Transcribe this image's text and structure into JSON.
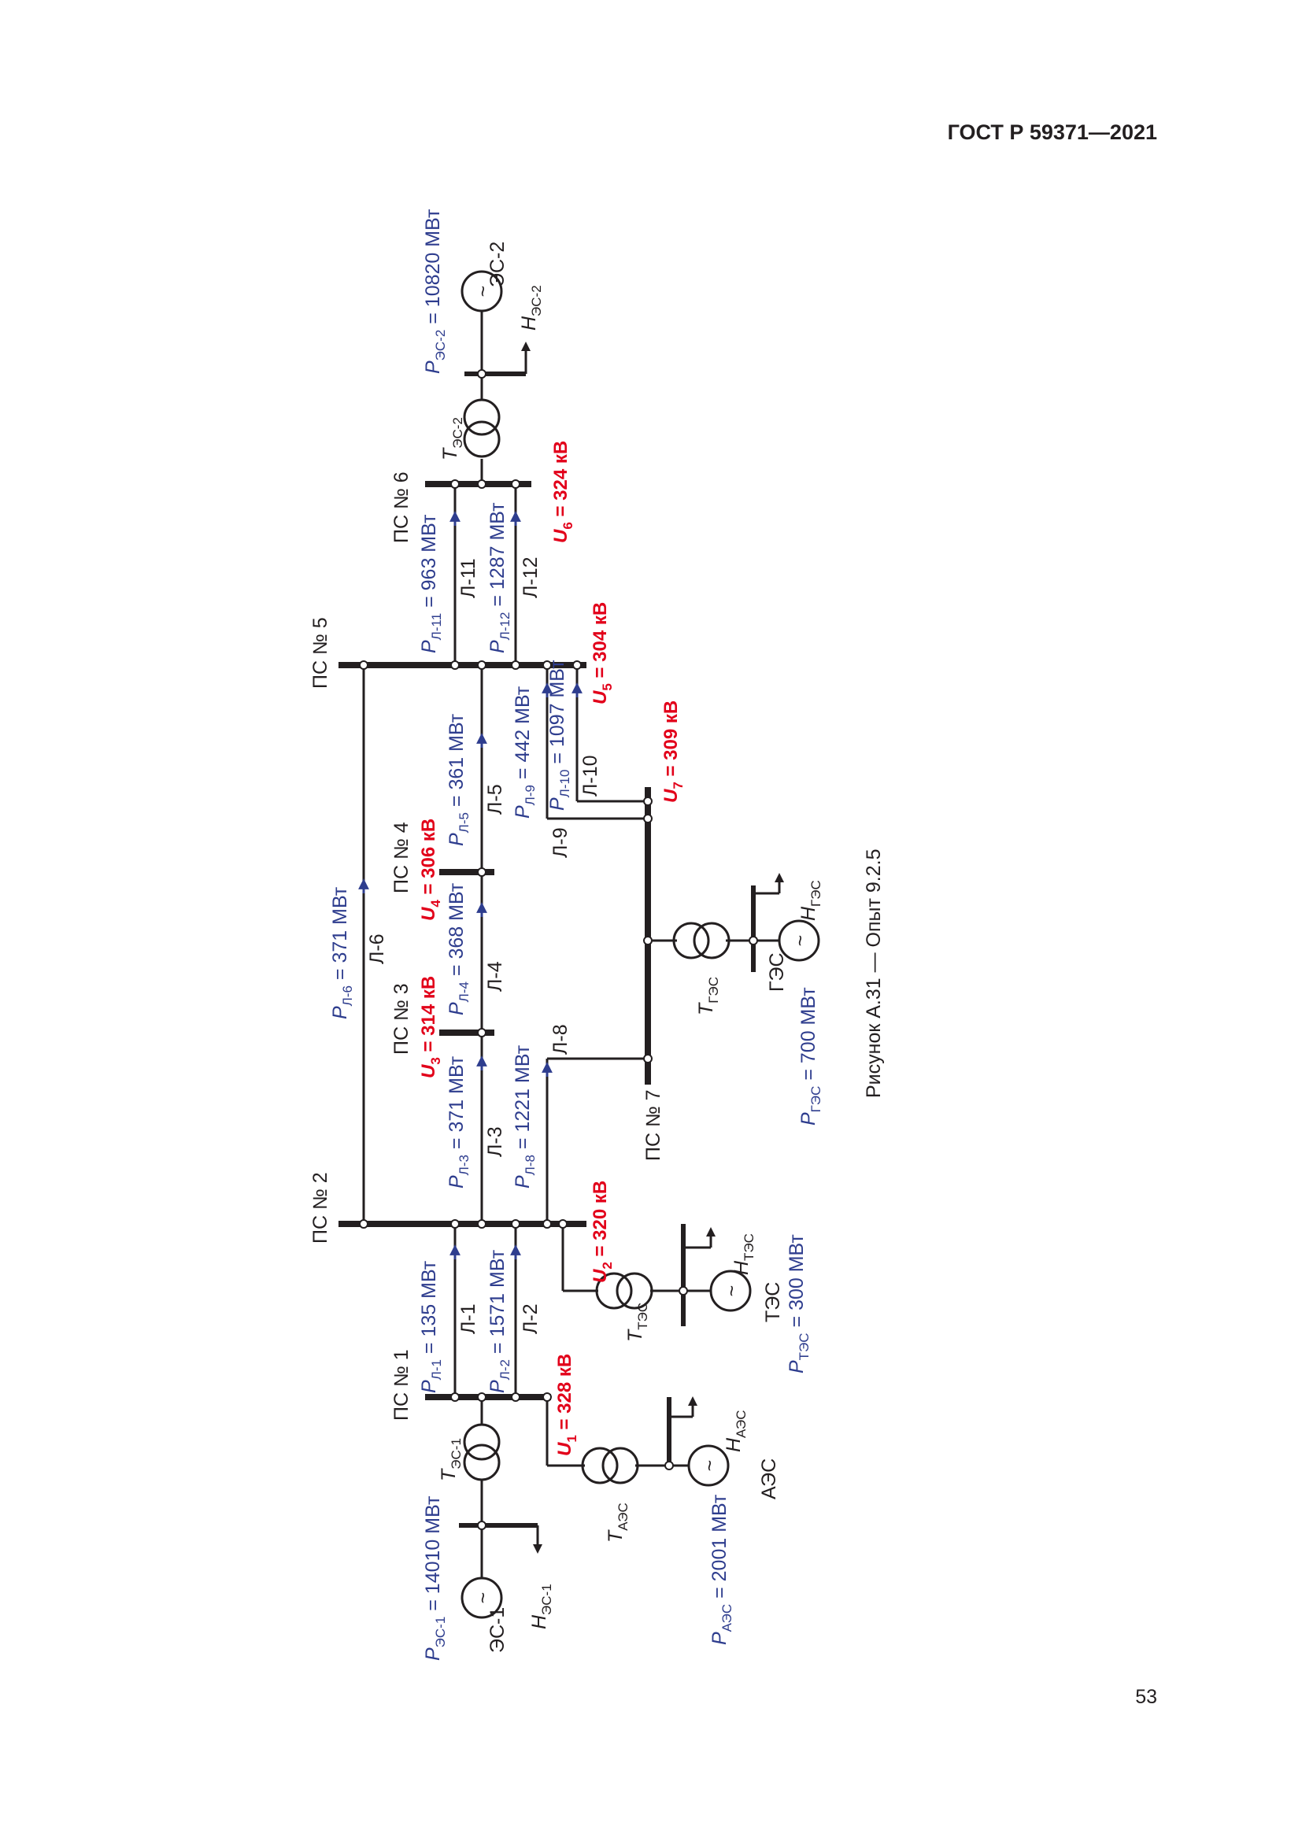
{
  "header": {
    "doc_id": "ГОСТ Р 59371—2021"
  },
  "page_number": "53",
  "figure_caption": "Рисунок А.31 — Опыт 9.2.5",
  "colors": {
    "ink": "#231f20",
    "power": "#2e3d8e",
    "voltage": "#e2001a"
  },
  "substations": {
    "ps1": "ПС № 1",
    "ps2": "ПС № 2",
    "ps3": "ПС № 3",
    "ps4": "ПС № 4",
    "ps5": "ПС № 5",
    "ps6": "ПС № 6",
    "ps7": "ПС № 7"
  },
  "voltages": {
    "u1": {
      "sym": "U",
      "sub": "1",
      "val": " = 328 кВ"
    },
    "u2": {
      "sym": "U",
      "sub": "2",
      "val": " = 320 кВ"
    },
    "u3": {
      "sym": "U",
      "sub": "3",
      "val": " = 314 кВ"
    },
    "u4": {
      "sym": "U",
      "sub": "4",
      "val": " = 306 кВ"
    },
    "u5": {
      "sym": "U",
      "sub": "5",
      "val": " = 304 кВ"
    },
    "u6": {
      "sym": "U",
      "sub": "6",
      "val": " = 324 кВ"
    },
    "u7": {
      "sym": "U",
      "sub": "7",
      "val": " = 309 кВ"
    }
  },
  "lines": {
    "l1": "Л-1",
    "l2": "Л-2",
    "l3": "Л-3",
    "l4": "Л-4",
    "l5": "Л-5",
    "l6": "Л-6",
    "l8": "Л-8",
    "l9": "Л-9",
    "l10": "Л-10",
    "l11": "Л-11",
    "l12": "Л-12"
  },
  "line_flows": {
    "l1": {
      "sym": "P",
      "sub": "Л-1",
      "val": " = 135 МВт"
    },
    "l2": {
      "sym": "P",
      "sub": "Л-2",
      "val": " = 1571 МВт"
    },
    "l3": {
      "sym": "P",
      "sub": "Л-3",
      "val": " = 371 МВт"
    },
    "l4": {
      "sym": "P",
      "sub": "Л-4",
      "val": " = 368 МВт"
    },
    "l5": {
      "sym": "P",
      "sub": "Л-5",
      "val": " = 361 МВт"
    },
    "l6": {
      "sym": "P",
      "sub": "Л-6",
      "val": " = 371 МВт"
    },
    "l8": {
      "sym": "P",
      "sub": "Л-8",
      "val": " = 1221 МВт"
    },
    "l9": {
      "sym": "P",
      "sub": "Л-9",
      "val": " = 442 МВт"
    },
    "l10": {
      "sym": "P",
      "sub": "Л-10",
      "val": " = 1097 МВт"
    },
    "l11": {
      "sym": "P",
      "sub": "Л-11",
      "val": " = 963 МВт"
    },
    "l12": {
      "sym": "P",
      "sub": "Л-12",
      "val": " = 1287 МВт"
    }
  },
  "generation": {
    "es1": {
      "sym": "P",
      "sub": "ЭС-1",
      "val": " = 14010 МВт"
    },
    "es2": {
      "sym": "P",
      "sub": "ЭС-2",
      "val": " = 10820 МВт"
    },
    "aes": {
      "sym": "P",
      "sub": "АЭС",
      "val": " = 2001 МВт"
    },
    "tes": {
      "sym": "P",
      "sub": "ТЭС",
      "val": " = 300 МВт"
    },
    "ges": {
      "sym": "P",
      "sub": "ГЭС",
      "val": " = 700 МВт"
    }
  },
  "plants": {
    "es1": "ЭС-1",
    "es2": "ЭС-2",
    "aes": "АЭС",
    "tes": "ТЭС",
    "ges": "ГЭС"
  },
  "transformers": {
    "es1": {
      "sym": "Т",
      "sub": "ЭС-1"
    },
    "es2": {
      "sym": "Т",
      "sub": "ЭС-2"
    },
    "aes": {
      "sym": "Т",
      "sub": "АЭС"
    },
    "tes": {
      "sym": "Т",
      "sub": "ТЭС"
    },
    "ges": {
      "sym": "Т",
      "sub": "ГЭС"
    }
  },
  "loads": {
    "es1": {
      "sym": "Н",
      "sub": "ЭС-1"
    },
    "es2": {
      "sym": "Н",
      "sub": "ЭС-2"
    },
    "aes": {
      "sym": "Н",
      "sub": "АЭС"
    },
    "tes": {
      "sym": "Н",
      "sub": "ТЭС"
    },
    "ges": {
      "sym": "Н",
      "sub": "ГЭС"
    }
  },
  "generator_symbol": "~"
}
